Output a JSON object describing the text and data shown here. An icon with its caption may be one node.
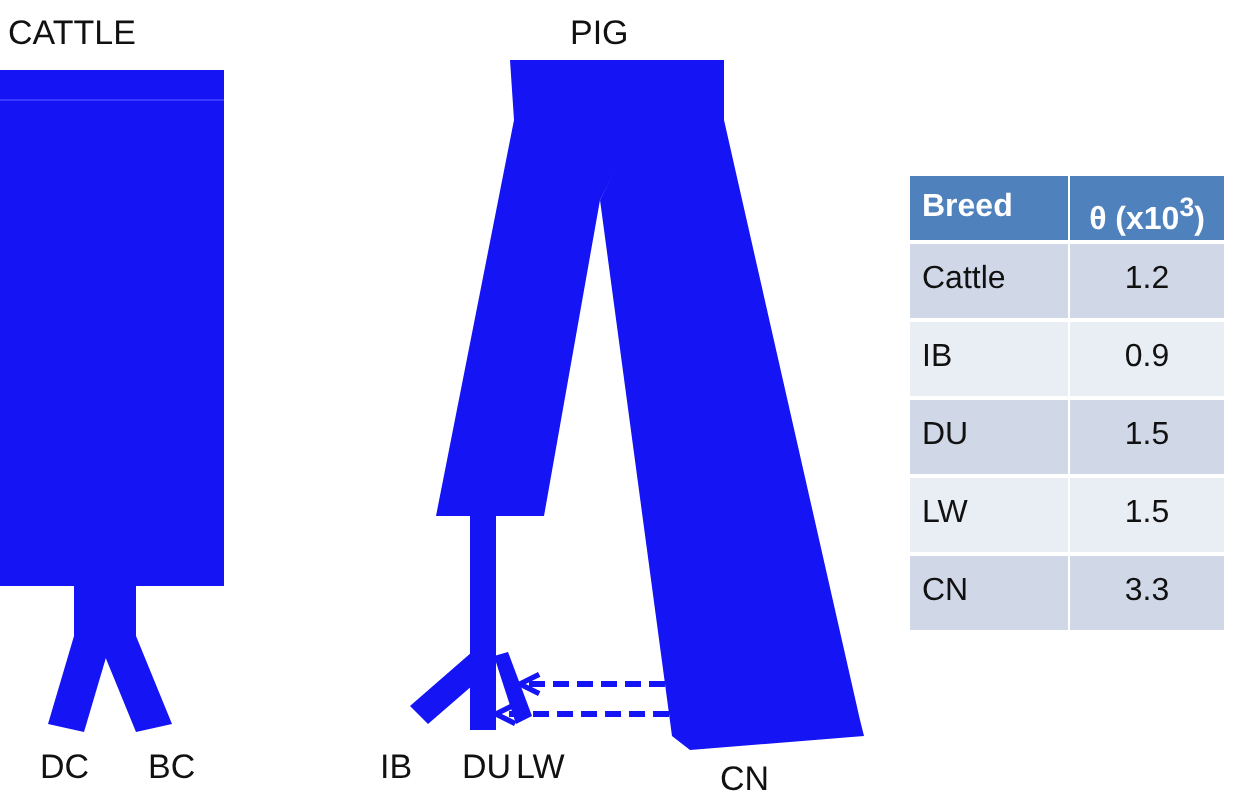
{
  "diagram": {
    "nodes": [
      {
        "text": [
          "DC"
        ]
      },
      {
        "text": [
          "BC"
        ]
      },
      {
        "text": [
          "IB"
        ]
      },
      {
        "text": [
          "DU"
        ]
      },
      {
        "text": [
          "LW"
        ]
      },
      {
        "text": [
          "CN"
        ]
      }
    ],
    "edges": [
      {
        "from": 5,
        "to": 4,
        "arrow": "to",
        "style": "dashed"
      },
      {
        "from": 5,
        "to": 3,
        "arrow": "to",
        "style": "dashed"
      }
    ],
    "labels": [
      "CATTLE",
      "PIG",
      "Breed",
      "θ (x10$^{3}$)",
      "Cattle",
      "1.2",
      "IB",
      "0.9",
      "DU",
      "1.5",
      "LW",
      "1.5",
      "CN",
      "3.3"
    ]
  }
}
